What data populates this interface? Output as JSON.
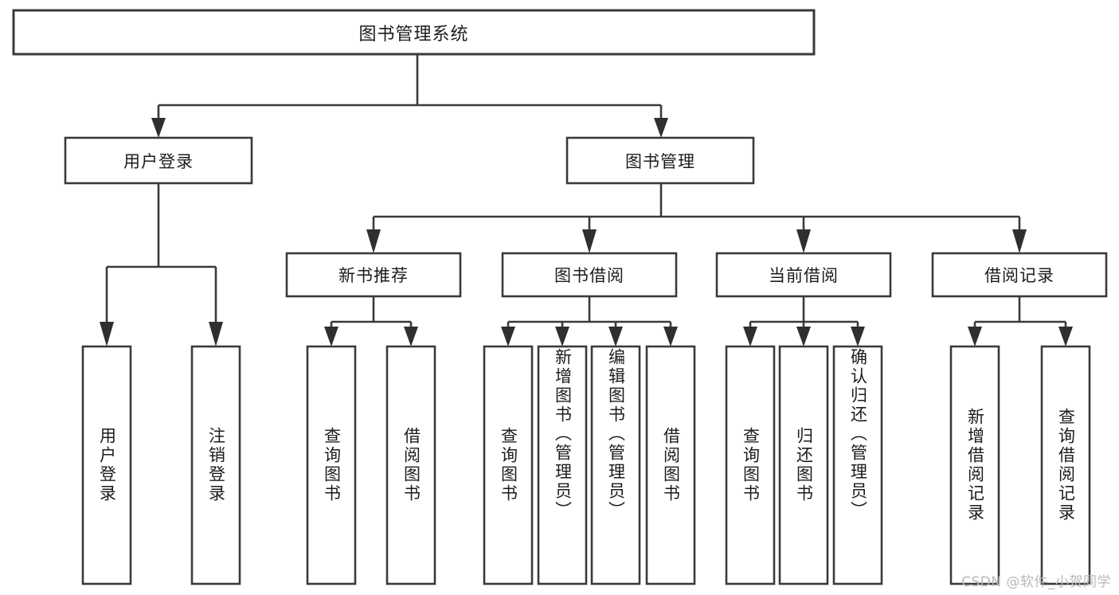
{
  "diagram": {
    "type": "tree-hierarchy",
    "title": "图书管理系统",
    "watermark": "CSDN @软件_小贺同学",
    "levels": {
      "root": "图书管理系统",
      "level1": [
        "用户登录",
        "图书管理"
      ],
      "level2": [
        "新书推荐",
        "图书借阅",
        "当前借阅",
        "借阅记录"
      ]
    },
    "nodes": {
      "root": {
        "label": "图书管理系统",
        "orientation": "horizontal"
      },
      "user_login": {
        "label": "用户登录",
        "orientation": "horizontal"
      },
      "book_manage": {
        "label": "图书管理",
        "orientation": "horizontal"
      },
      "new_book_rec": {
        "label": "新书推荐",
        "orientation": "horizontal"
      },
      "book_borrow": {
        "label": "图书借阅",
        "orientation": "horizontal"
      },
      "current_borrow": {
        "label": "当前借阅",
        "orientation": "horizontal"
      },
      "borrow_record": {
        "label": "借阅记录",
        "orientation": "horizontal"
      },
      "leaf_user_login": {
        "label": "用户登录",
        "orientation": "vertical"
      },
      "leaf_logout": {
        "label": "注销登录",
        "orientation": "vertical"
      },
      "leaf_query_book_1": {
        "label": "查询图书",
        "orientation": "vertical"
      },
      "leaf_borrow_book_1": {
        "label": "借阅图书",
        "orientation": "vertical"
      },
      "leaf_query_book_2": {
        "label": "查询图书",
        "orientation": "vertical"
      },
      "leaf_add_book": {
        "label": "新增图书（管理员）",
        "orientation": "vertical"
      },
      "leaf_edit_book": {
        "label": "编辑图书（管理员）",
        "orientation": "vertical"
      },
      "leaf_borrow_book_2": {
        "label": "借阅图书",
        "orientation": "vertical"
      },
      "leaf_query_book_3": {
        "label": "查询图书",
        "orientation": "vertical"
      },
      "leaf_return_book": {
        "label": "归还图书",
        "orientation": "vertical"
      },
      "leaf_confirm_return": {
        "label": "确认归还（管理员）",
        "orientation": "vertical"
      },
      "leaf_add_record": {
        "label": "新增借阅记录",
        "orientation": "vertical"
      },
      "leaf_query_record": {
        "label": "查询借阅记录",
        "orientation": "vertical"
      }
    },
    "edges": [
      {
        "from": "root",
        "to": "user_login"
      },
      {
        "from": "root",
        "to": "book_manage"
      },
      {
        "from": "user_login",
        "to": "leaf_user_login"
      },
      {
        "from": "user_login",
        "to": "leaf_logout"
      },
      {
        "from": "book_manage",
        "to": "new_book_rec"
      },
      {
        "from": "book_manage",
        "to": "book_borrow"
      },
      {
        "from": "book_manage",
        "to": "current_borrow"
      },
      {
        "from": "book_manage",
        "to": "borrow_record"
      },
      {
        "from": "new_book_rec",
        "to": "leaf_query_book_1"
      },
      {
        "from": "new_book_rec",
        "to": "leaf_borrow_book_1"
      },
      {
        "from": "book_borrow",
        "to": "leaf_query_book_2"
      },
      {
        "from": "book_borrow",
        "to": "leaf_add_book"
      },
      {
        "from": "book_borrow",
        "to": "leaf_edit_book"
      },
      {
        "from": "book_borrow",
        "to": "leaf_borrow_book_2"
      },
      {
        "from": "current_borrow",
        "to": "leaf_query_book_3"
      },
      {
        "from": "current_borrow",
        "to": "leaf_return_book"
      },
      {
        "from": "current_borrow",
        "to": "leaf_confirm_return"
      },
      {
        "from": "borrow_record",
        "to": "leaf_add_record"
      },
      {
        "from": "borrow_record",
        "to": "leaf_query_record"
      }
    ],
    "colors": {
      "box_stroke": "#3a3a3a",
      "box_fill": "#ffffff",
      "connector": "#3a3a3a",
      "text": "#1c1c1c",
      "watermark": "#b8b8b8",
      "background": "#ffffff"
    }
  }
}
